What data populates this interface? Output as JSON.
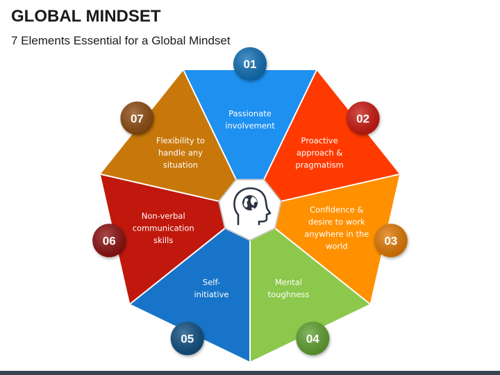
{
  "title": "GLOBAL MINDSET",
  "subtitle": "7 Elements Essential for a Global Mindset",
  "center_icon": "head-globe-icon",
  "elements": [
    {
      "number": "01",
      "lines": [
        "Passionate",
        "involvement"
      ],
      "color": "#1E90F0",
      "badge_color": "#0F6EB4"
    },
    {
      "number": "02",
      "lines": [
        "Proactive",
        "approach &",
        "pragmatism"
      ],
      "color": "#FF3A00",
      "badge_color": "#C8180C"
    },
    {
      "number": "03",
      "lines": [
        "Confidence &",
        "desire to work",
        "anywhere in the",
        "world"
      ],
      "color": "#FF9000",
      "badge_color": "#E07800"
    },
    {
      "number": "04",
      "lines": [
        "Mental",
        "toughness"
      ],
      "color": "#8CC84B",
      "badge_color": "#5FA02D"
    },
    {
      "number": "05",
      "lines": [
        "Self-",
        "initiative"
      ],
      "color": "#1874C8",
      "badge_color": "#0E4E80"
    },
    {
      "number": "06",
      "lines": [
        "Non-verbal",
        "communication",
        "skills"
      ],
      "color": "#C0180C",
      "badge_color": "#8C1008"
    },
    {
      "number": "07",
      "lines": [
        "Flexibility to",
        "handle any",
        "situation"
      ],
      "color": "#C8780A",
      "badge_color": "#8C4A0A"
    }
  ]
}
